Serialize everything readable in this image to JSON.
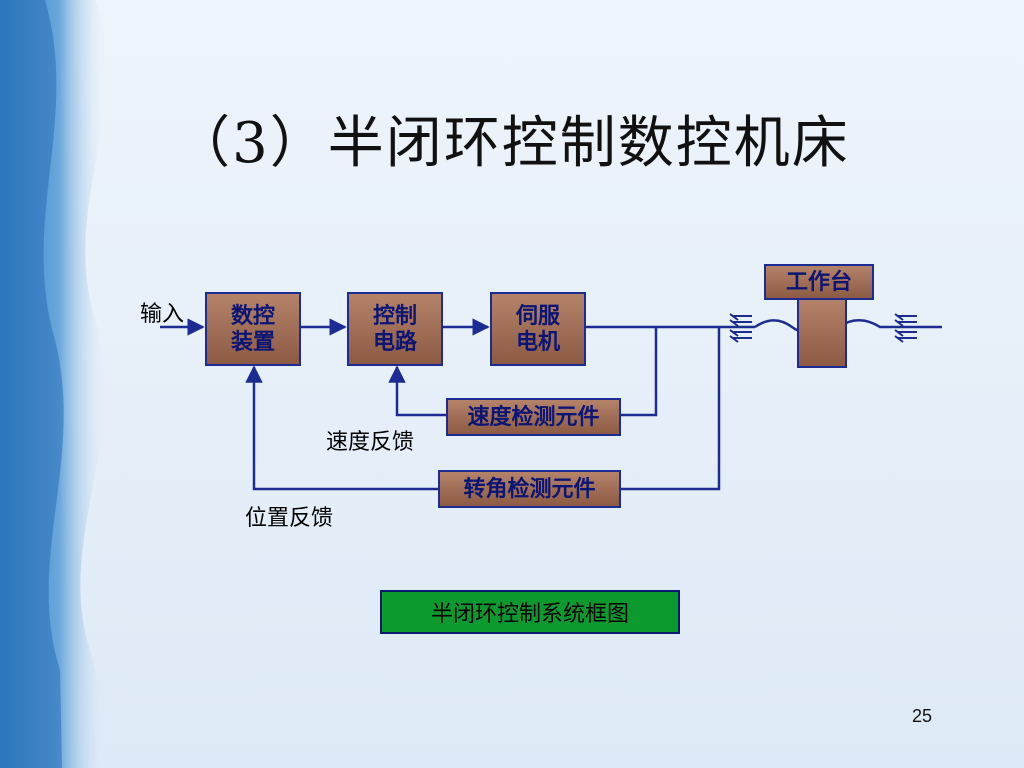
{
  "slide": {
    "title": "（3）半闭环控制数控机床",
    "page_number": "25"
  },
  "diagram": {
    "blocks": {
      "cnc_device": "数控\n装置",
      "control_circuit": "控制\n电路",
      "servo_motor": "伺服\n电机",
      "worktable": "工作台",
      "speed_sensor": "速度检测元件",
      "angle_sensor": "转角检测元件"
    },
    "labels": {
      "input": "输入",
      "speed_feedback": "速度反馈",
      "position_feedback": "位置反馈"
    },
    "caption": "半闭环控制系统框图"
  },
  "colors": {
    "line": "#1c2c92",
    "block_fill": "#9a6650",
    "block_text": "#0b1574",
    "caption_fill": "#0c9a2e"
  }
}
